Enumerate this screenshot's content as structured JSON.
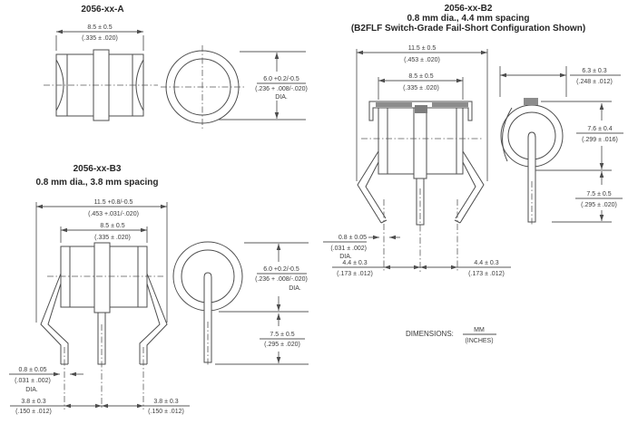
{
  "note": {
    "label": "DIMENSIONS:",
    "mm": "MM",
    "inches": "(INCHES)"
  },
  "diagram_a": {
    "title": "2056-xx-A",
    "dims": {
      "body_width": {
        "mm": "8.5 ± 0.5",
        "in": "(.335 ± .020)"
      },
      "body_dia": {
        "mm": "6.0 +0.2/-0.5",
        "in": "(.236 + .008/-.020)",
        "suffix": "DIA."
      }
    }
  },
  "diagram_b2": {
    "title": "2056-xx-B2",
    "subtitle": "0.8 mm dia., 4.4 mm spacing",
    "config_note": "(B2FLF Switch-Grade Fail-Short Configuration Shown)",
    "dims": {
      "overall_width": {
        "mm": "11.5 ± 0.5",
        "in": "(.453 ± .020)"
      },
      "body_width": {
        "mm": "8.5 ± 0.5",
        "in": "(.335 ± .020)"
      },
      "clip_width": {
        "mm": "6.3 ± 0.3",
        "in": "(.248 ± .012)"
      },
      "body_height": {
        "mm": "7.6 ± 0.4",
        "in": "(.299 ± .016)"
      },
      "lead_length": {
        "mm": "7.5 ± 0.5",
        "in": "(.295 ± .020)"
      },
      "lead_dia": {
        "mm": "0.8 ± 0.05",
        "in": "(.031 ± .002)",
        "suffix": "DIA."
      },
      "lead_spacing_left": {
        "mm": "4.4 ± 0.3",
        "in": "(.173 ± .012)"
      },
      "lead_spacing_right": {
        "mm": "4.4 ± 0.3",
        "in": "(.173 ± .012)"
      }
    }
  },
  "diagram_b3": {
    "title": "2056-xx-B3",
    "subtitle": "0.8 mm dia., 3.8 mm spacing",
    "dims": {
      "overall_width": {
        "mm": "11.5 +0.8/-0.5",
        "in": "(.453 +.031/-.020)"
      },
      "body_width": {
        "mm": "8.5 ± 0.5",
        "in": "(.335 ± .020)"
      },
      "body_dia": {
        "mm": "6.0 +0.2/-0.5",
        "in": "(.236 + .008/-.020)",
        "suffix": "DIA."
      },
      "lead_length": {
        "mm": "7.5 ± 0.5",
        "in": "(.295 ± .020)"
      },
      "lead_dia": {
        "mm": "0.8 ± 0.05",
        "in": "(.031 ± .002)",
        "suffix": "DIA."
      },
      "lead_spacing_left": {
        "mm": "3.8 ± 0.3",
        "in": "(.150 ± .012)"
      },
      "lead_spacing_right": {
        "mm": "3.8 ± 0.3",
        "in": "(.150 ± .012)"
      }
    }
  }
}
